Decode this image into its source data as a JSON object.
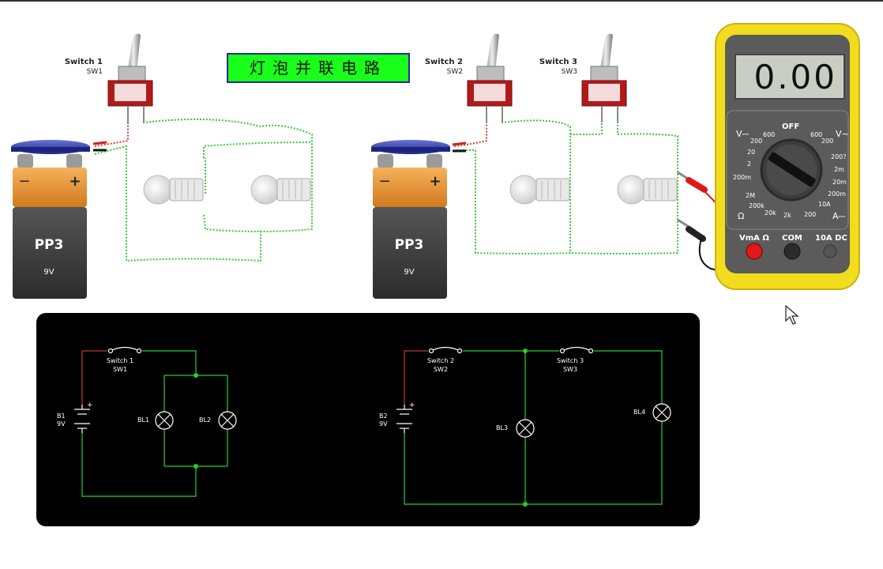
{
  "title": "灯泡并联电路",
  "switches": [
    {
      "name": "Switch 1",
      "ref": "SW1"
    },
    {
      "name": "Switch 2",
      "ref": "SW2"
    },
    {
      "name": "Switch 3",
      "ref": "SW3"
    }
  ],
  "batteries": [
    {
      "model": "PP3",
      "voltage": "9V",
      "minus": "−",
      "plus": "+"
    },
    {
      "model": "PP3",
      "voltage": "9V",
      "minus": "−",
      "plus": "+"
    }
  ],
  "multimeter": {
    "display": "0.00",
    "off_label": "OFF",
    "dial_labels": {
      "vdc": "V⎓",
      "vac": "V~",
      "adc": "A⎓",
      "ohm": "Ω",
      "v600l": "600",
      "v200l": "200",
      "v20": "20",
      "v2": "2",
      "v200m": "200m",
      "v600r": "600",
      "v200r": "200",
      "a2002": "200?",
      "a2m": "2m",
      "a20m": "20m",
      "a200m": "200m",
      "a10a": "10A",
      "o2m": "2M",
      "o200k": "200k",
      "o20k": "20k",
      "o2k": "2k",
      "o200": "200"
    },
    "jacks": {
      "vma": "VmA Ω",
      "com": "COM",
      "a10": "10A DC"
    }
  },
  "schematic": {
    "sw1_name": "Switch 1",
    "sw1_ref": "SW1",
    "sw2_name": "Switch 2",
    "sw2_ref": "SW2",
    "sw3_name": "Switch 3",
    "sw3_ref": "SW3",
    "b1": "B1",
    "b1_v": "9V",
    "b2": "B2",
    "b2_v": "9V",
    "bl1": "BL1",
    "bl2": "BL2",
    "bl3": "BL3",
    "bl4": "BL4",
    "plus": "+"
  },
  "colors": {
    "title_bg": "#19ff19",
    "wire_dotted": "#33cc33",
    "multimeter_case": "#f2dc1e",
    "schematic_bg": "#000000",
    "schematic_wire": "#2ecc2e",
    "schematic_source_wire": "#c0392b"
  }
}
